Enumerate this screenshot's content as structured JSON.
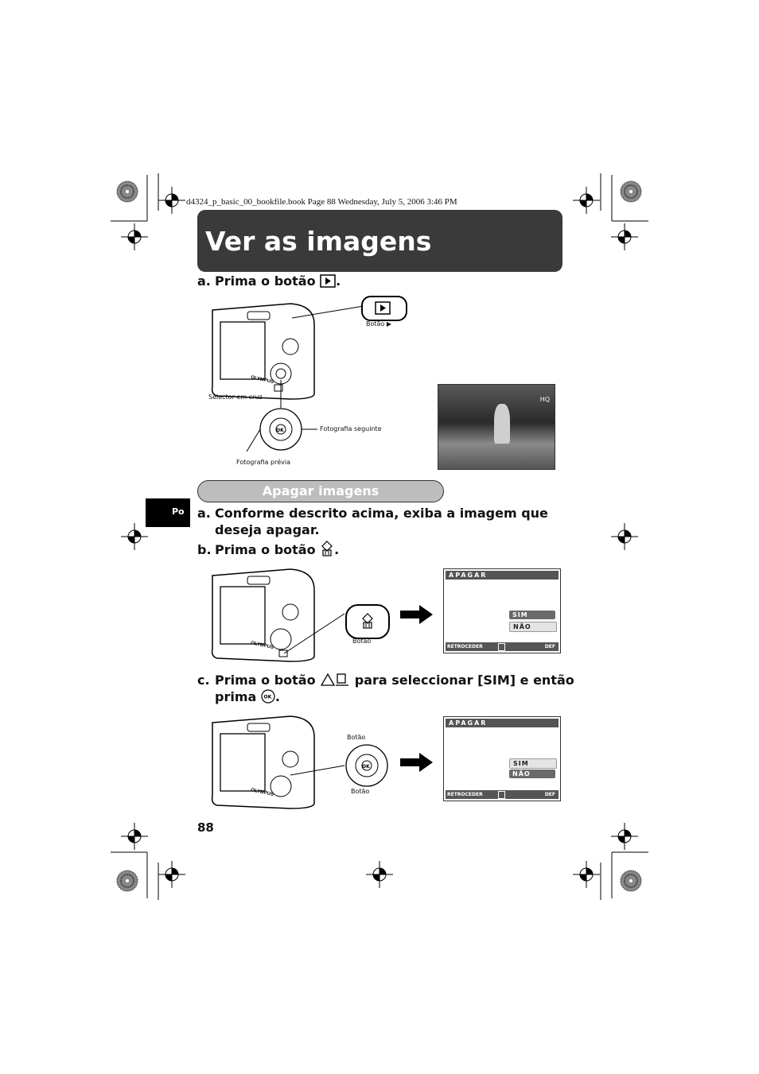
{
  "header_line": "d4324_p_basic_00_bookfile.book  Page 88  Wednesday, July 5, 2006  3:46 PM",
  "page_title": "Ver as imagens",
  "step_a_top": {
    "letter": "a.",
    "text": "Prima o botão",
    "end": "."
  },
  "labels": {
    "botao_play": "Botão",
    "selector": "Selector em cruz",
    "next": "Fotografia seguinte",
    "prev": "Fotografia prévia",
    "botao_erase": "Botão",
    "botao_up": "Botão",
    "botao_ok": "Botão"
  },
  "section_title": "Apagar imagens",
  "lang_tab": "Po",
  "step_a": {
    "letter": "a.",
    "line1": "Conforme descrito acima, exiba a imagem que",
    "line2": "deseja apagar."
  },
  "step_b": {
    "letter": "b.",
    "text": "Prima o botão",
    "end": "."
  },
  "step_c": {
    "letter": "c.",
    "text": "Prima o botão",
    "middle": "para seleccionar [SIM] e então",
    "line2": "prima",
    "end": "."
  },
  "lcd": {
    "title": "APAGAR",
    "option_yes": "SIM",
    "option_no": "NÃO",
    "footer_left": "RETROCEDER",
    "footer_right": "DEF"
  },
  "photo_overlay": {
    "mode": "HQ"
  },
  "page_number": "88",
  "icons": [
    "play-icon",
    "erase-icon",
    "up-print-icon",
    "ok-icon",
    "arrow-right-icon",
    "crop-mark-icon",
    "registration-target-icon",
    "color-wheel-icon",
    "camera-illustration"
  ]
}
